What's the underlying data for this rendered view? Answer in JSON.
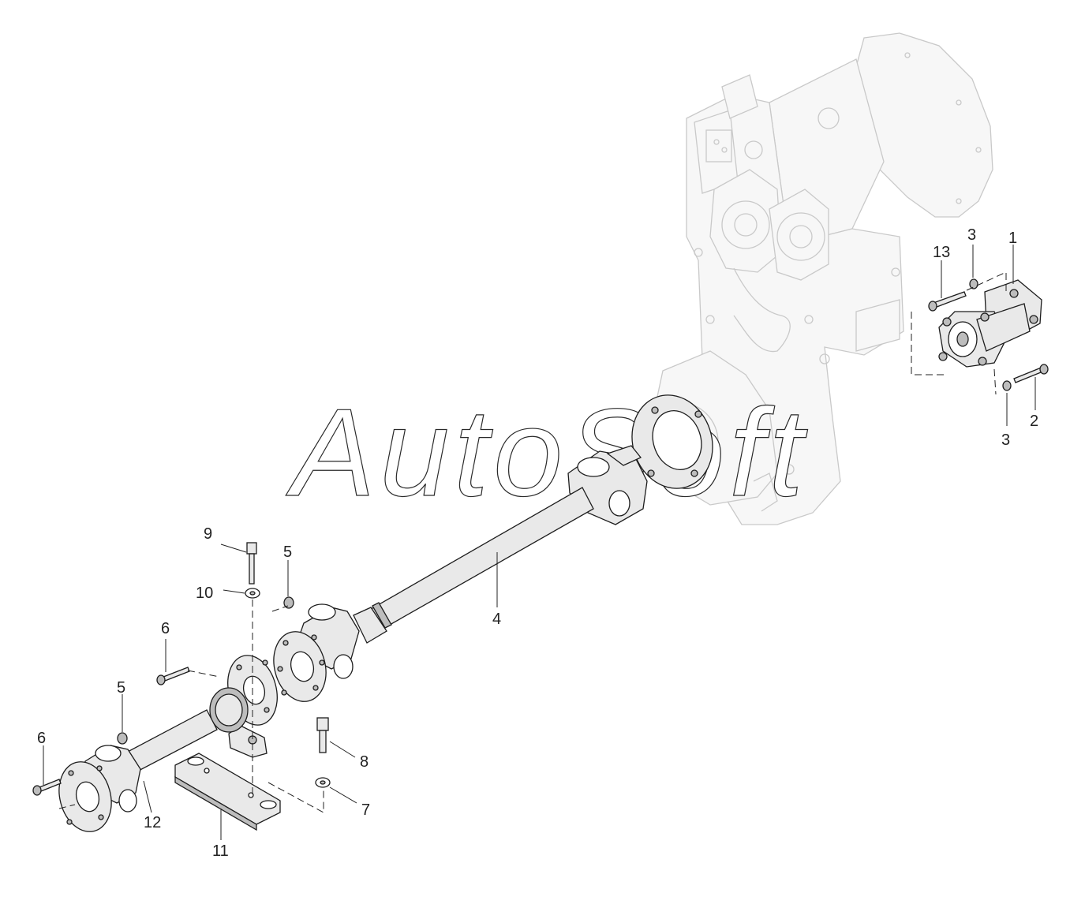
{
  "watermark": {
    "text": "AutoSoft"
  },
  "callouts": [
    {
      "id": "c1",
      "label": "1"
    },
    {
      "id": "c2",
      "label": "2"
    },
    {
      "id": "c3a",
      "label": "3"
    },
    {
      "id": "c3b",
      "label": "3"
    },
    {
      "id": "c4",
      "label": "4"
    },
    {
      "id": "c5a",
      "label": "5"
    },
    {
      "id": "c5b",
      "label": "5"
    },
    {
      "id": "c6a",
      "label": "6"
    },
    {
      "id": "c6b",
      "label": "6"
    },
    {
      "id": "c7",
      "label": "7"
    },
    {
      "id": "c8",
      "label": "8"
    },
    {
      "id": "c9",
      "label": "9"
    },
    {
      "id": "c10",
      "label": "10"
    },
    {
      "id": "c11",
      "label": "11"
    },
    {
      "id": "c12",
      "label": "12"
    },
    {
      "id": "c13",
      "label": "13"
    }
  ],
  "colors": {
    "background": "#ffffff",
    "line": "#1d1d1d",
    "ghost_line": "#c9c9c9",
    "part_fill": "#e9e9e9"
  }
}
